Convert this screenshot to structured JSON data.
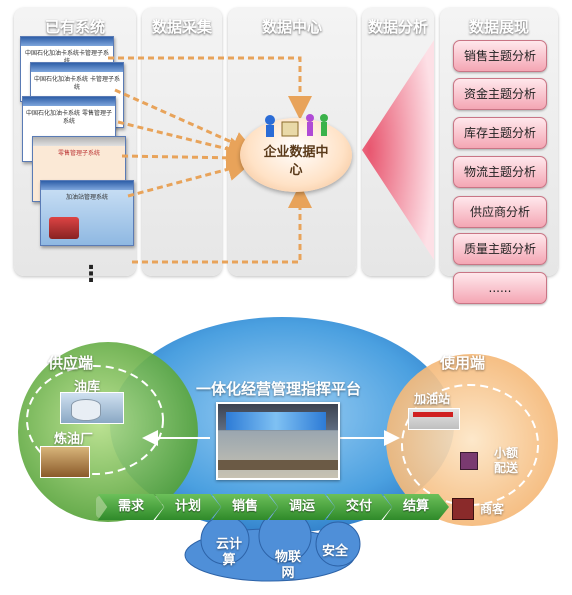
{
  "columns": {
    "legacy": "已有系统",
    "collect": "数据采集",
    "center": "数据中心",
    "analysis": "数据分析",
    "display": "数据展现"
  },
  "legacy_screens": [
    "中国石化加油卡系统卡管理子系统",
    "中国石化加油卡系统 卡管理子系统",
    "中国石化加油卡系统 零售管理子系统",
    "零售管理子系统",
    "加油站管理系统"
  ],
  "more_dots": "⋮",
  "data_center_label": "企业数据中心",
  "themes": [
    "销售主题分析",
    "资金主题分析",
    "库存主题分析",
    "物流主题分析",
    "供应商分析",
    "质量主题分析",
    "......"
  ],
  "platform": {
    "title": "一体化经营管理指挥平台",
    "supply": {
      "title": "供应端",
      "oil_depot": "油库",
      "refinery": "炼油厂"
    },
    "user": {
      "title": "使用端",
      "gas_station": "加油站",
      "small_delivery": "小额配送",
      "customer": "商客"
    },
    "flow": [
      "需求",
      "计划",
      "销售",
      "调运",
      "交付",
      "结算"
    ],
    "cloud": {
      "cloud_computing": "云计算",
      "iot": "物联网",
      "security": "安全"
    }
  },
  "colors": {
    "arrow": "#e8a35a",
    "theme_pink": "#f4a6b4",
    "green": "#5aa83c",
    "blue": "#3b8fd6",
    "orange": "#f3b06a",
    "cloud": "#4f8fd8"
  }
}
